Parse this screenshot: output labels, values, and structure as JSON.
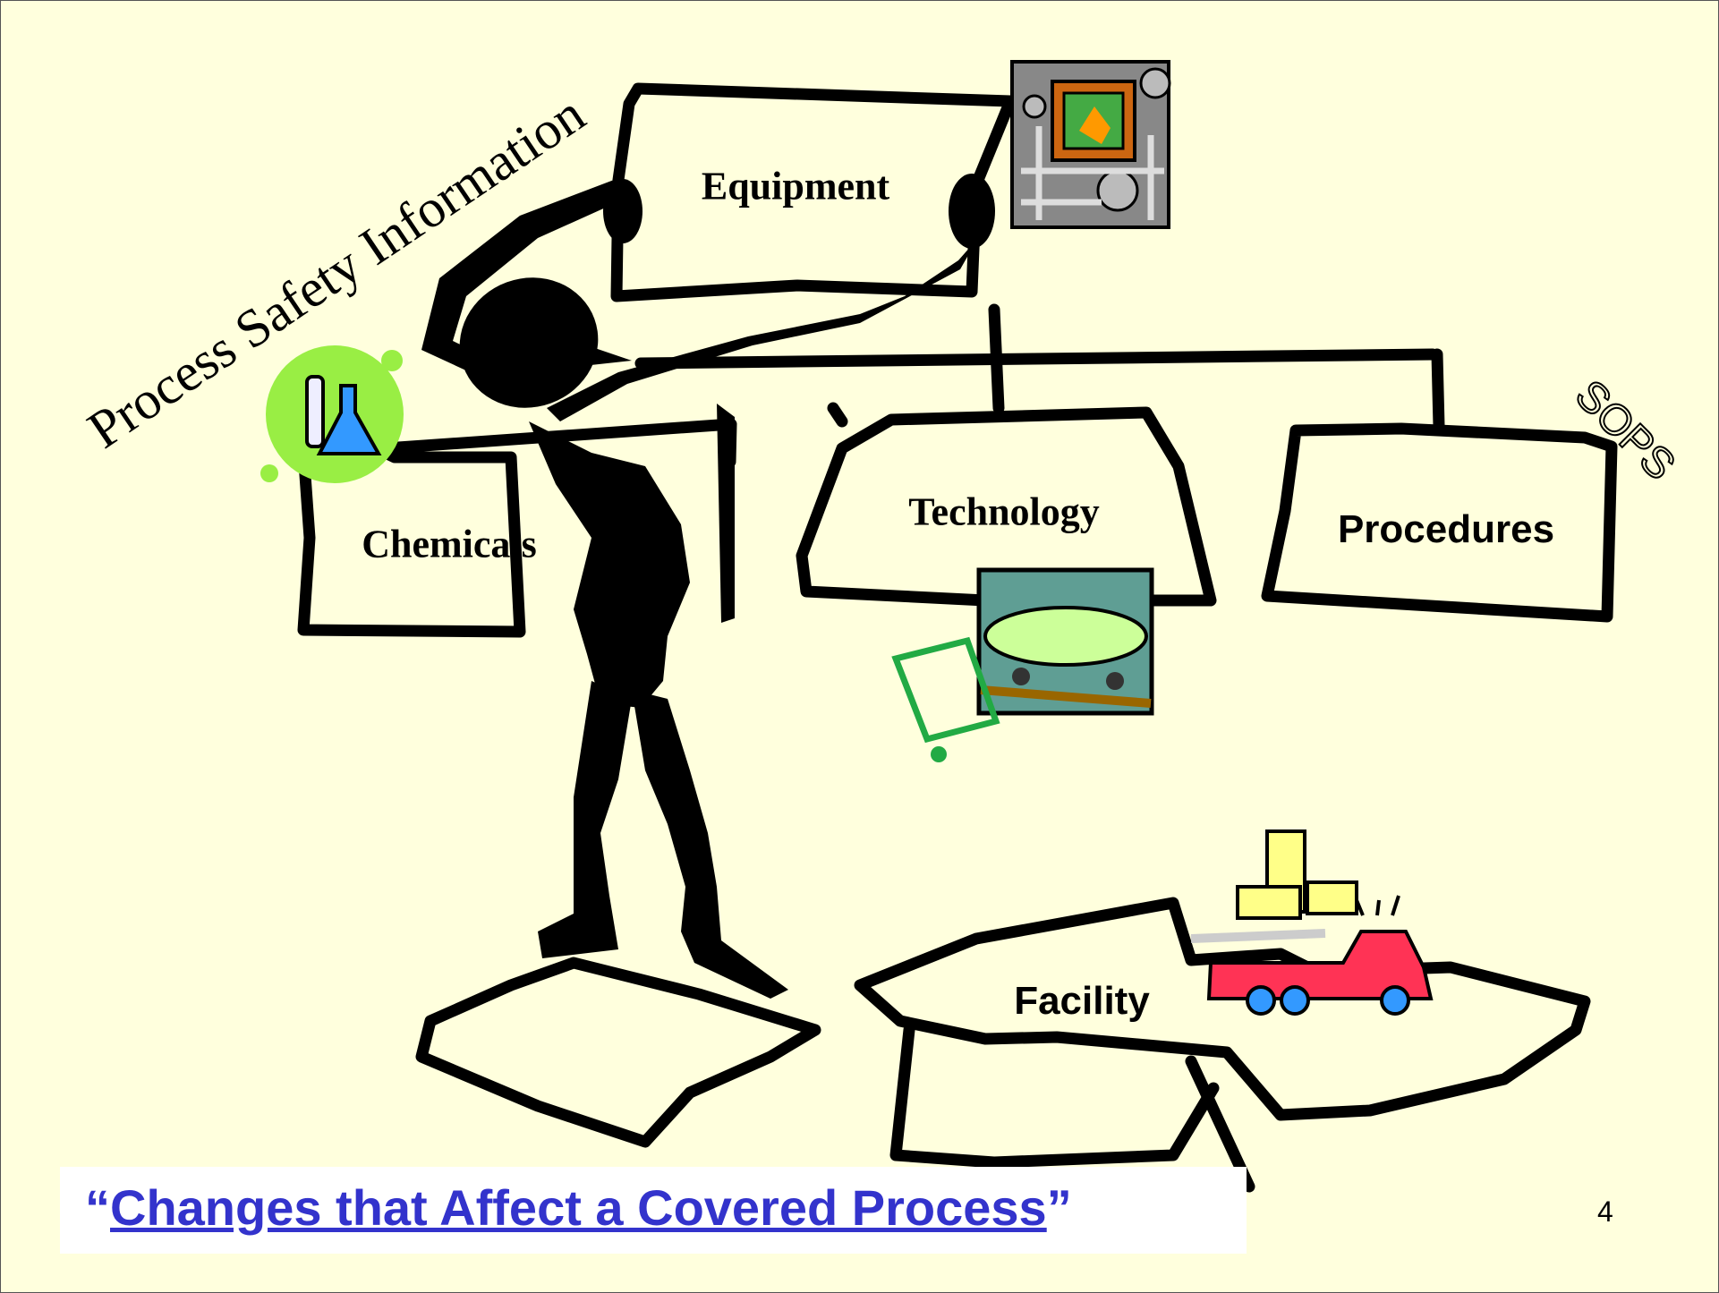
{
  "slide": {
    "title": "Process Safety Information",
    "sops": "SOPS",
    "boxes": {
      "equipment": "Equipment",
      "chemicals": "Chemicals",
      "technology": "Technology",
      "procedures": "Procedures",
      "facility": "Facility"
    },
    "footer": {
      "open_quote": "“",
      "link": "Changes that Affect a Covered Process",
      "close_quote": "”"
    },
    "page_number": "4"
  },
  "icons": {
    "equipment": "pipes-machinery-icon",
    "chemicals": "lab-flask-icon",
    "technology": "tank-railcar-icon",
    "facility": "fire-truck-factory-icon",
    "figure": "stick-figure-holding-chart"
  },
  "colors": {
    "background": "#ffffdd",
    "footer_text": "#3333cc",
    "outline": "#000000",
    "flask_badge": "#99ee44"
  }
}
